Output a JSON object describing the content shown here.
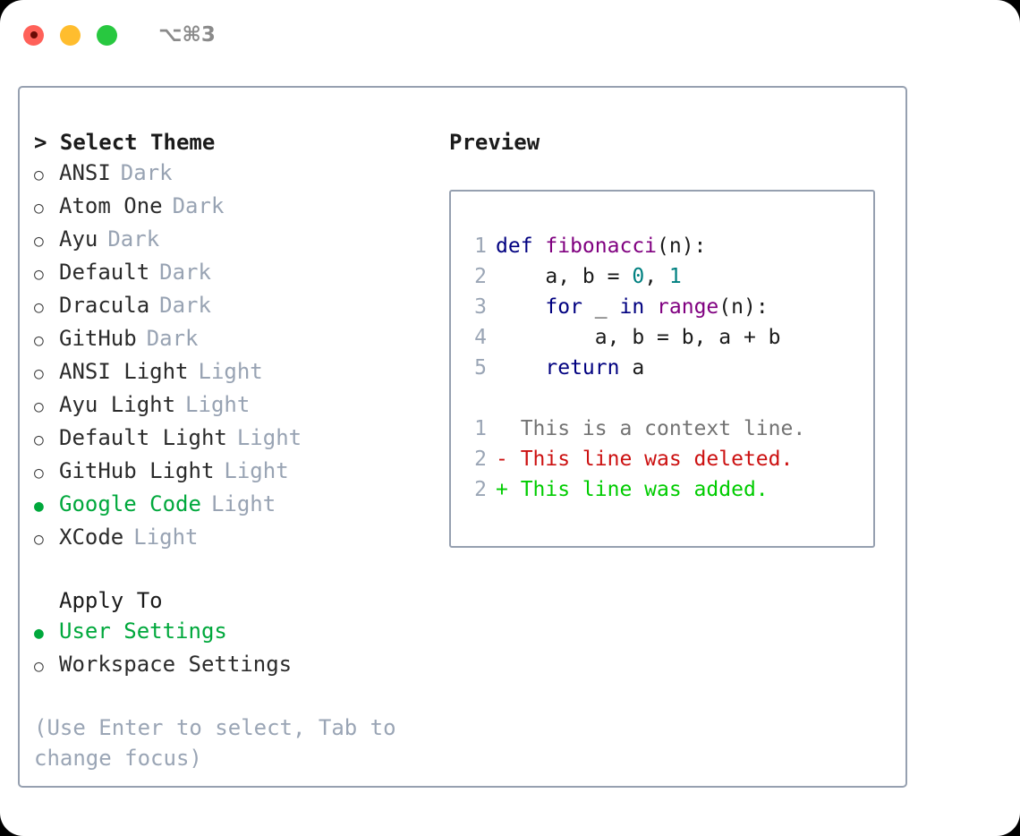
{
  "titlebar": {
    "buttons": [
      {
        "name": "close",
        "label": ""
      },
      {
        "name": "minimize",
        "label": ""
      },
      {
        "name": "maximize",
        "label": ""
      }
    ],
    "shortcut": "⌥⌘3"
  },
  "theme_picker": {
    "heading": "> Select Theme",
    "options": [
      {
        "marker": "○",
        "label": "ANSI",
        "tag": "Dark",
        "selected": false
      },
      {
        "marker": "○",
        "label": "Atom One",
        "tag": "Dark",
        "selected": false
      },
      {
        "marker": "○",
        "label": "Ayu",
        "tag": "Dark",
        "selected": false
      },
      {
        "marker": "○",
        "label": "Default",
        "tag": "Dark",
        "selected": false
      },
      {
        "marker": "○",
        "label": "Dracula",
        "tag": "Dark",
        "selected": false
      },
      {
        "marker": "○",
        "label": "GitHub",
        "tag": "Dark",
        "selected": false
      },
      {
        "marker": "○",
        "label": "ANSI Light",
        "tag": "Light",
        "selected": false
      },
      {
        "marker": "○",
        "label": "Ayu Light",
        "tag": "Light",
        "selected": false
      },
      {
        "marker": "○",
        "label": "Default Light",
        "tag": "Light",
        "selected": false
      },
      {
        "marker": "○",
        "label": "GitHub Light",
        "tag": "Light",
        "selected": false
      },
      {
        "marker": "●",
        "label": "Google Code",
        "tag": "Light",
        "selected": true
      },
      {
        "marker": "○",
        "label": "XCode",
        "tag": "Light",
        "selected": false
      }
    ]
  },
  "apply_to": {
    "heading": "Apply To",
    "options": [
      {
        "marker": "●",
        "label": "User Settings",
        "tag": "",
        "selected": true
      },
      {
        "marker": "○",
        "label": "Workspace Settings",
        "tag": "",
        "selected": false
      }
    ]
  },
  "hint": "(Use Enter to select, Tab to change focus)",
  "preview": {
    "title": "Preview",
    "code_lines": [
      {
        "num": "1",
        "tokens": [
          {
            "t": "def ",
            "c": "kw"
          },
          {
            "t": "fibonacci",
            "c": "fn"
          },
          {
            "t": "(n):",
            "c": "pun"
          }
        ]
      },
      {
        "num": "2",
        "tokens": [
          {
            "t": "    a, b = ",
            "c": "pun"
          },
          {
            "t": "0",
            "c": "num"
          },
          {
            "t": ", ",
            "c": "pun"
          },
          {
            "t": "1",
            "c": "num"
          }
        ]
      },
      {
        "num": "3",
        "tokens": [
          {
            "t": "    ",
            "c": "pun"
          },
          {
            "t": "for",
            "c": "kw"
          },
          {
            "t": " _ ",
            "c": "pun"
          },
          {
            "t": "in",
            "c": "kw"
          },
          {
            "t": " ",
            "c": "pun"
          },
          {
            "t": "range",
            "c": "fn"
          },
          {
            "t": "(n):",
            "c": "pun"
          }
        ]
      },
      {
        "num": "4",
        "tokens": [
          {
            "t": "        a, b = b, a + b",
            "c": "pun"
          }
        ]
      },
      {
        "num": "5",
        "tokens": [
          {
            "t": "    ",
            "c": "pun"
          },
          {
            "t": "return",
            "c": "kw"
          },
          {
            "t": " a",
            "c": "pun"
          }
        ]
      }
    ],
    "diff_lines": [
      {
        "num": "1",
        "text": "  This is a context line.",
        "kind": "ctx"
      },
      {
        "num": "2",
        "text": "- This line was deleted.",
        "kind": "del"
      },
      {
        "num": "2",
        "text": "+ This line was added.",
        "kind": "add"
      }
    ]
  },
  "colors": {
    "accent_green": "#00a83c",
    "border": "#96a0b0",
    "tag": "#98a3b3",
    "line_number": "#9aa5b5",
    "hint": "#9aa5b5",
    "keyword": "#000080",
    "function": "#800080",
    "number": "#008080",
    "diff_context": "#737373",
    "diff_deleted": "#cc1111",
    "diff_added": "#00cc00"
  }
}
